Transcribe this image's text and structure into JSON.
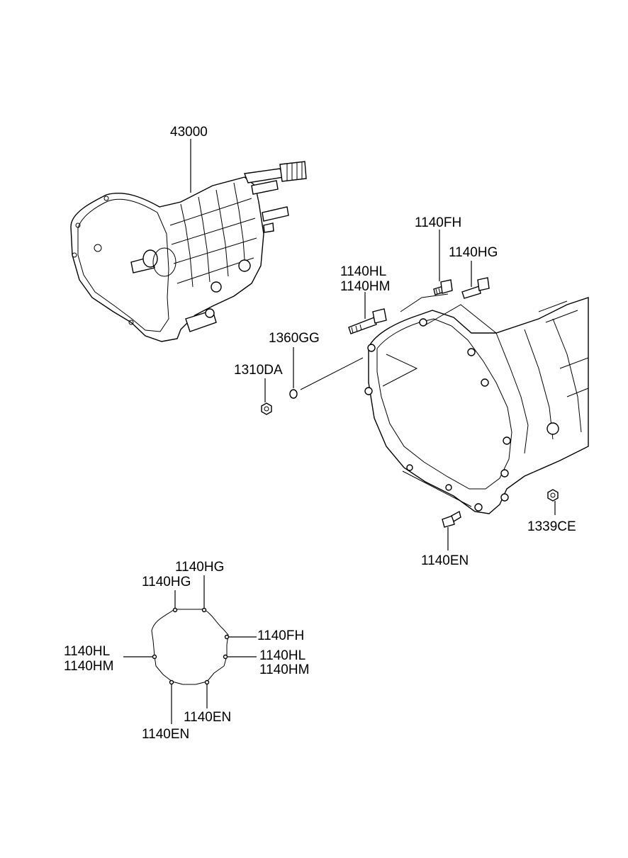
{
  "labels": {
    "transmission_assy": "43000",
    "bolt_fh": "1140FH",
    "bolt_hg": "1140HG",
    "bolt_hl": "1140HL",
    "bolt_hm": "1140HM",
    "washer": "1360GG",
    "nut_da": "1310DA",
    "nut_ce": "1339CE",
    "bolt_en": "1140EN"
  },
  "legend": {
    "hg_top": "1140HG",
    "hg_left": "1140HG",
    "fh": "1140FH",
    "hl_left": "1140HL",
    "hm_left": "1140HM",
    "hl_right": "1140HL",
    "hm_right": "1140HM",
    "en_right": "1140EN",
    "en_left": "1140EN"
  }
}
